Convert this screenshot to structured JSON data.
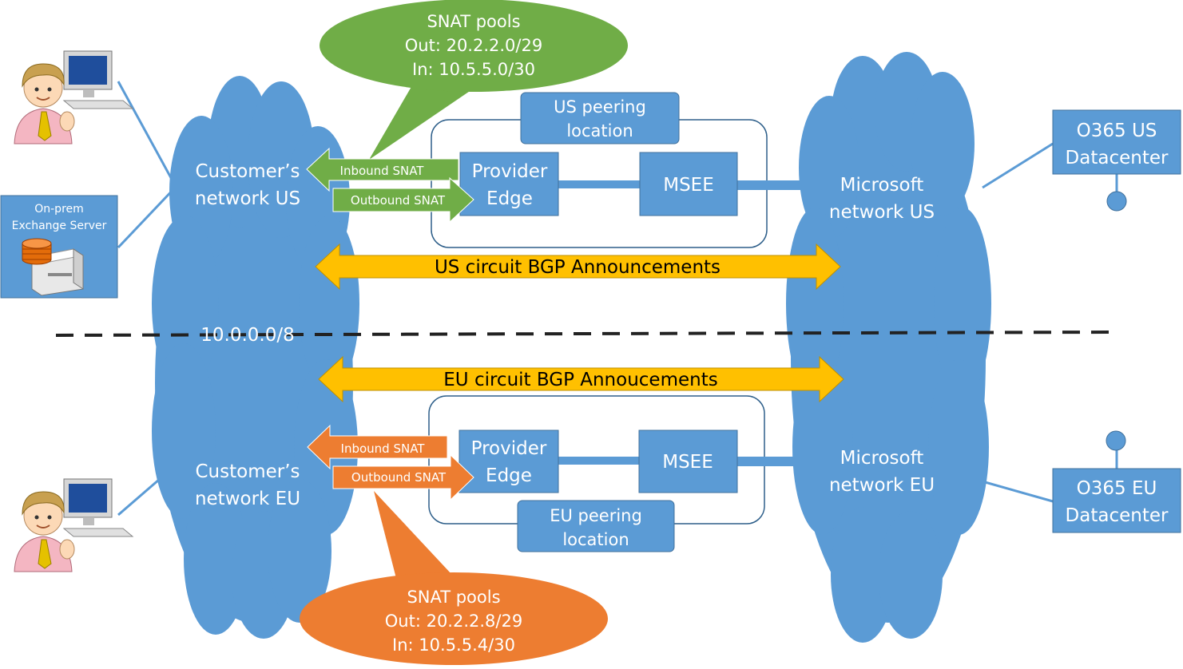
{
  "snat_us": {
    "title": "SNAT pools",
    "out": "Out: 20.2.2.0/29",
    "in": "In: 10.5.5.0/30",
    "color": "#70AD47"
  },
  "snat_eu": {
    "title": "SNAT pools",
    "out": "Out: 20.2.2.8/29",
    "in": "In: 10.5.5.4/30",
    "color": "#ED7D31"
  },
  "us_peering": {
    "line1": "US peering",
    "line2": "location"
  },
  "eu_peering": {
    "line1": "EU peering",
    "line2": "location"
  },
  "customer_us": {
    "line1": "Customer’s",
    "line2": "network US"
  },
  "customer_eu": {
    "line1": "Customer’s",
    "line2": "network EU"
  },
  "customer_prefix": "10.0.0.0/8",
  "microsoft_us": {
    "line1": "Microsoft",
    "line2": "network US"
  },
  "microsoft_eu": {
    "line1": "Microsoft",
    "line2": "network EU"
  },
  "provider_edge_us": {
    "line1": "Provider",
    "line2": "Edge"
  },
  "provider_edge_eu": {
    "line1": "Provider",
    "line2": "Edge"
  },
  "msee_us": "MSEE",
  "msee_eu": "MSEE",
  "o365_us": {
    "line1": "O365 US",
    "line2": "Datacenter"
  },
  "o365_eu": {
    "line1": "O365 EU",
    "line2": "Datacenter"
  },
  "onprem": {
    "line1": "On-prem",
    "line2": "Exchange Server"
  },
  "inbound_snat_us": "Inbound SNAT",
  "outbound_snat_us": "Outbound SNAT",
  "inbound_snat_eu": "Inbound SNAT",
  "outbound_snat_eu": "Outbound SNAT",
  "bgp_us": "US circuit BGP Announcements",
  "bgp_eu": "EU circuit BGP Annoucements",
  "colors": {
    "cloud": "#5B9BD5",
    "box": "#5B9BD5",
    "bgp": "#FFC000",
    "us_arrows": "#70AD47",
    "eu_arrows": "#ED7D31"
  },
  "icons": {
    "user": "user-at-computer-icon",
    "server": "exchange-server-icon"
  }
}
